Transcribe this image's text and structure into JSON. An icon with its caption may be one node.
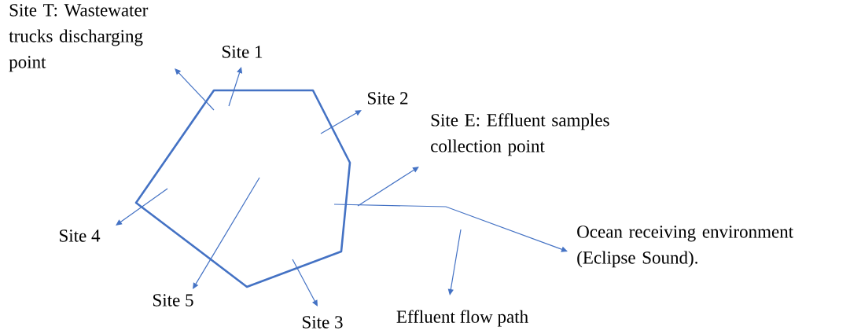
{
  "diagram": {
    "nodes": [
      {
        "text": [],
        "shape": "polygon"
      },
      {
        "text": [
          "Site T: Wastewater trucks discharging point"
        ]
      },
      {
        "text": [
          "Site 1"
        ]
      },
      {
        "text": [
          "Site 2"
        ]
      },
      {
        "text": [
          "Site E: Effluent samples collection point"
        ]
      },
      {
        "text": [
          "Site 4"
        ]
      },
      {
        "text": [
          "Site 5"
        ]
      },
      {
        "text": [
          "Site 3"
        ]
      },
      {
        "text": [
          "Effluent flow path"
        ]
      },
      {
        "text": [
          "Ocean receiving environment (Eclipse Sound)."
        ]
      }
    ],
    "edges": [
      {
        "from": 0,
        "to": 1,
        "arrow": "to"
      },
      {
        "from": 0,
        "to": 2,
        "arrow": "to"
      },
      {
        "from": 0,
        "to": 3,
        "arrow": "to"
      },
      {
        "from": null,
        "to": 4,
        "arrow": "to"
      },
      {
        "from": 0,
        "to": 5,
        "arrow": "to"
      },
      {
        "from": 0,
        "to": 6,
        "arrow": "to"
      },
      {
        "from": 0,
        "to": 7,
        "arrow": "to"
      },
      {
        "from": 0,
        "to": 9,
        "arrow": "to"
      },
      {
        "from": null,
        "to": 8,
        "arrow": "to"
      }
    ]
  }
}
